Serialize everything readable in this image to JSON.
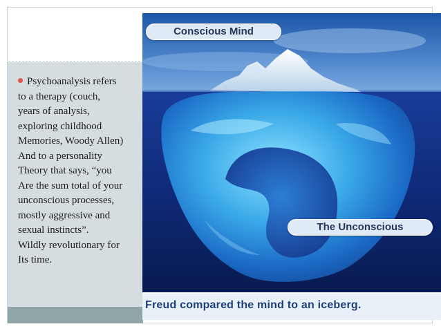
{
  "body": {
    "lines": [
      "Psychoanalysis refers",
      "to a therapy (couch,",
      "years of analysis,",
      "exploring childhood",
      "Memories, Woody Allen)",
      "And to a personality",
      "Theory that says, “you",
      "Are the sum total of your",
      "unconscious processes,",
      "mostly aggressive and",
      "sexual instincts”.",
      "Wildly revolutionary for",
      "Its time."
    ]
  },
  "image": {
    "label_conscious": "Conscious Mind",
    "label_unconscious": "The Unconscious",
    "caption": "Freud compared the mind to an iceberg."
  },
  "colors": {
    "bullet": "#e2564b",
    "panel": "#d6dde1",
    "bar": "#8fa5a8",
    "caption_text": "#1d3f79"
  },
  "icons": {
    "bullet": "bullet-dot-icon"
  }
}
